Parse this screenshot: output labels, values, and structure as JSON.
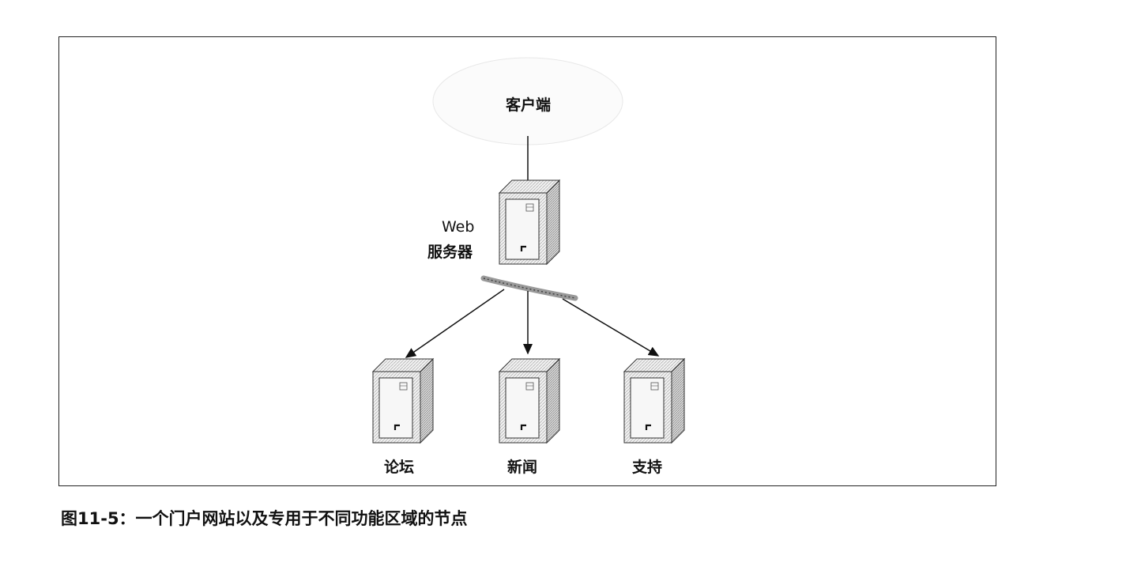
{
  "diagram": {
    "client_label": "客户端",
    "web_server_label_line1": "Web",
    "web_server_label_line2": "服务器",
    "nodes": [
      {
        "id": "forum",
        "label": "论坛"
      },
      {
        "id": "news",
        "label": "新闻"
      },
      {
        "id": "support",
        "label": "支持"
      }
    ]
  },
  "caption": "图11-5：一个门户网站以及专用于不同功能区域的节点"
}
